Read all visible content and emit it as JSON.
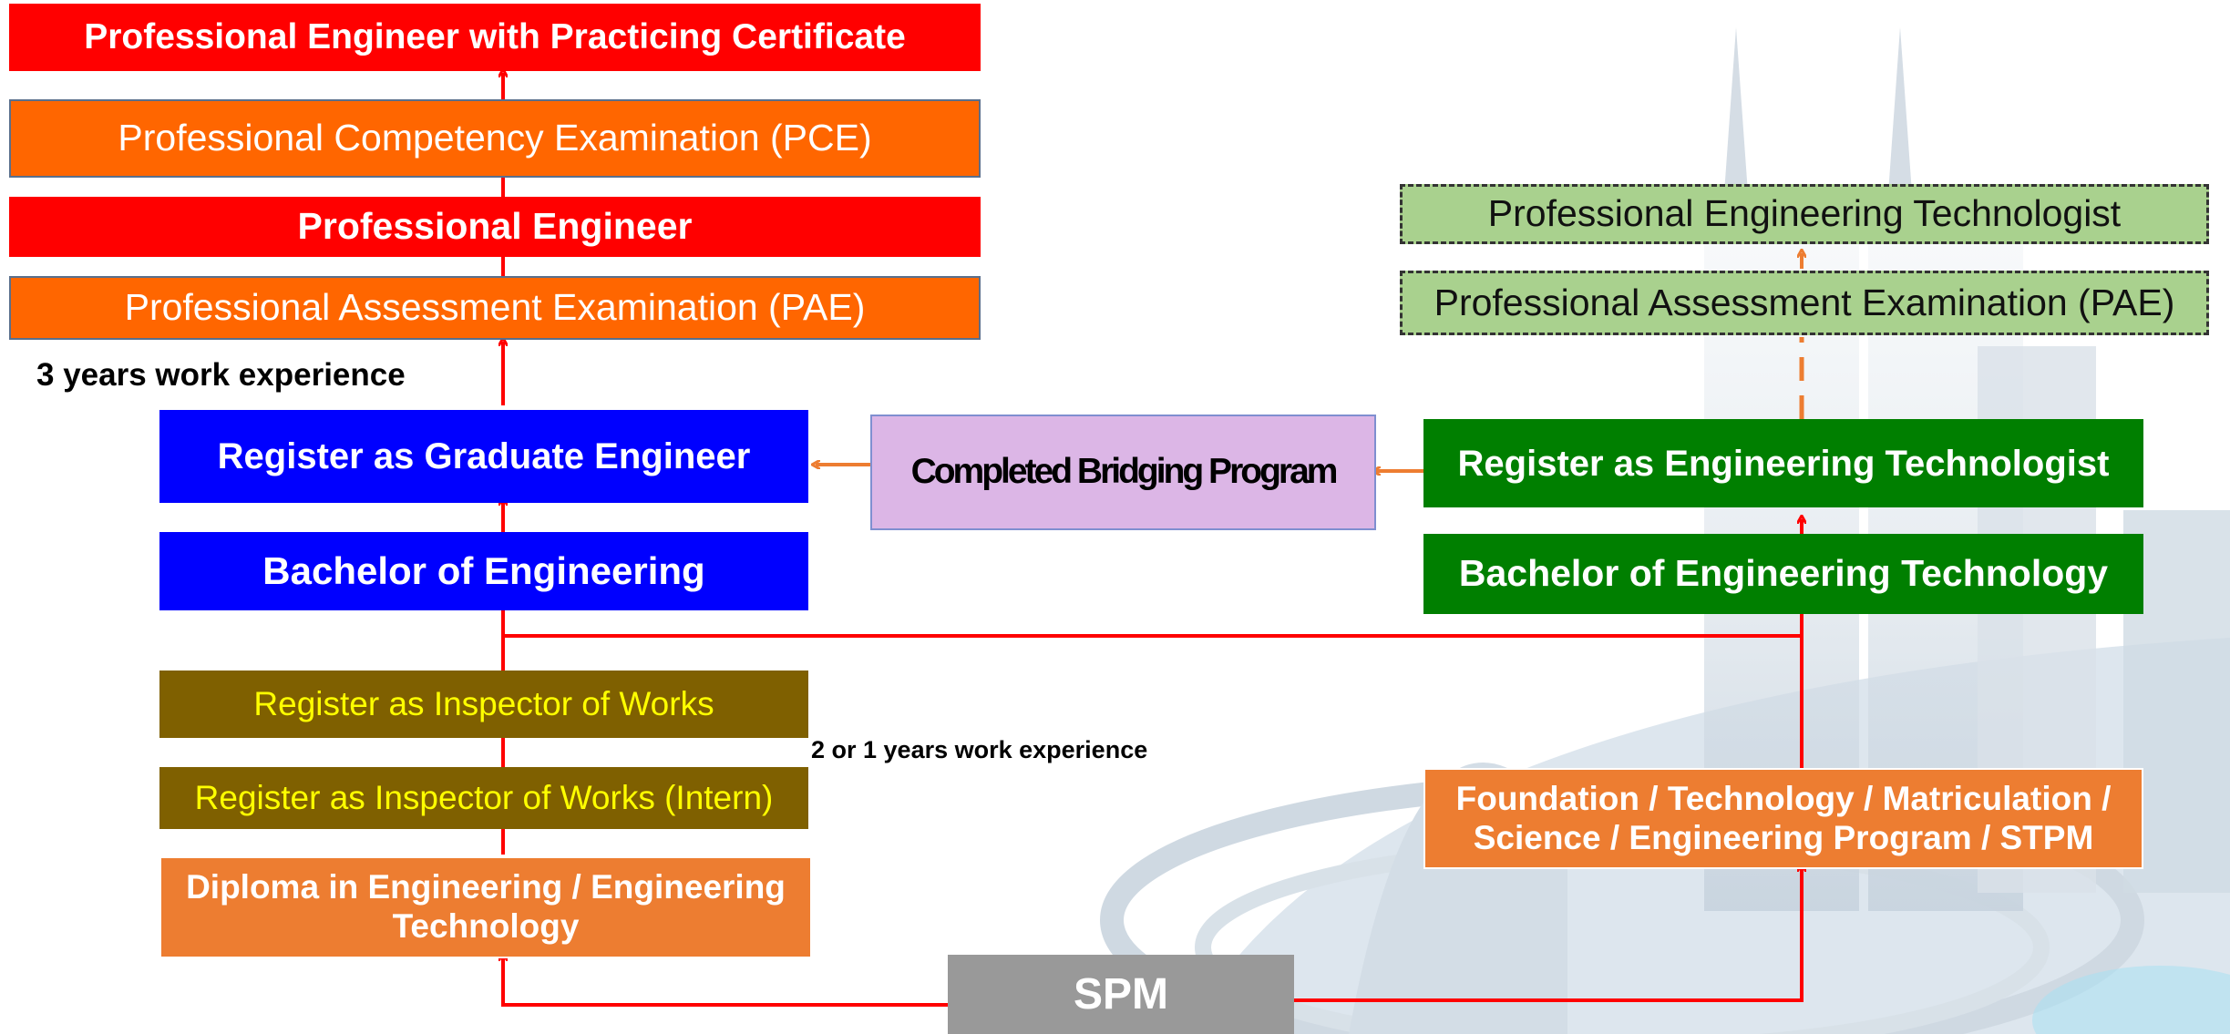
{
  "pe_path": {
    "pe_pc": "Professional Engineer with Practicing Certificate",
    "pce": "Professional Competency Examination (PCE)",
    "pe": "Professional Engineer",
    "pae": "Professional Assessment Examination (PAE)",
    "work_experience_3": "3 years work experience",
    "graduate_engineer": "Register as Graduate Engineer",
    "bachelor_engineering": "Bachelor of Engineering",
    "inspector_of_works": "Register as Inspector of Works",
    "work_experience_2_1": "2 or 1 years work experience",
    "inspector_intern": "Register as Inspector of Works (Intern)",
    "diploma": "Diploma in Engineering / Engineering Technology"
  },
  "bridging": {
    "label": "Completed Bridging Program"
  },
  "technologist_path": {
    "pet": "Professional Engineering Technologist",
    "pae": "Professional Assessment Examination (PAE)",
    "register_technologist": "Register as Engineering Technologist",
    "bachelor_technology": "Bachelor of Engineering Technology",
    "foundation": "Foundation / Technology / Matriculation / Science / Engineering Program / STPM"
  },
  "spm": {
    "label": "SPM"
  },
  "colors": {
    "arrow_red": "#ff0000",
    "arrow_orange": "#ed7d31",
    "pe_red": "#ff0000",
    "exam_orange": "#ff6600",
    "graduate_blue": "#0000ff",
    "inspector_olive": "#7f6000",
    "technologist_green": "#007f00",
    "pet_light_green": "#a9d18e",
    "bridging_violet": "#dcb6e6",
    "spm_grey": "#999999"
  }
}
